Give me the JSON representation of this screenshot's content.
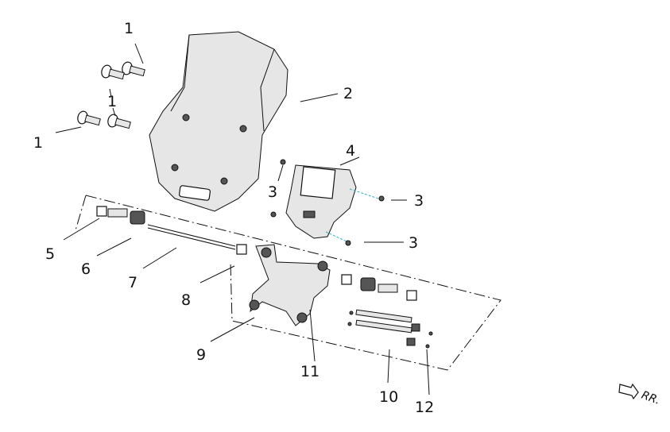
{
  "callouts": {
    "c1_top": "1",
    "c1_mid": "1",
    "c1_left": "1",
    "c2": "2",
    "c3_left": "3",
    "c3_right": "3",
    "c3_lower": "3",
    "c4": "4",
    "c5": "5",
    "c6": "6",
    "c7": "7",
    "c8": "8",
    "c9": "9",
    "c10": "10",
    "c11": "11",
    "c12": "12"
  },
  "direction_label": "RR."
}
